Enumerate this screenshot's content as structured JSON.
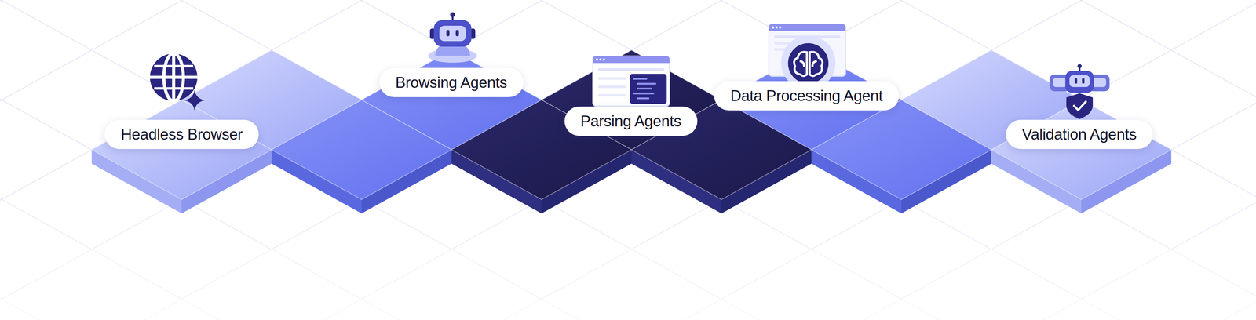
{
  "diagram": {
    "nodes": [
      {
        "text": [
          "Headless Browser"
        ]
      },
      {
        "text": [
          "Browsing Agents"
        ]
      },
      {
        "text": [
          "Parsing Agents"
        ]
      },
      {
        "text": [
          "Data Processing Agent"
        ]
      },
      {
        "text": [
          "Validation Agents"
        ]
      }
    ]
  }
}
